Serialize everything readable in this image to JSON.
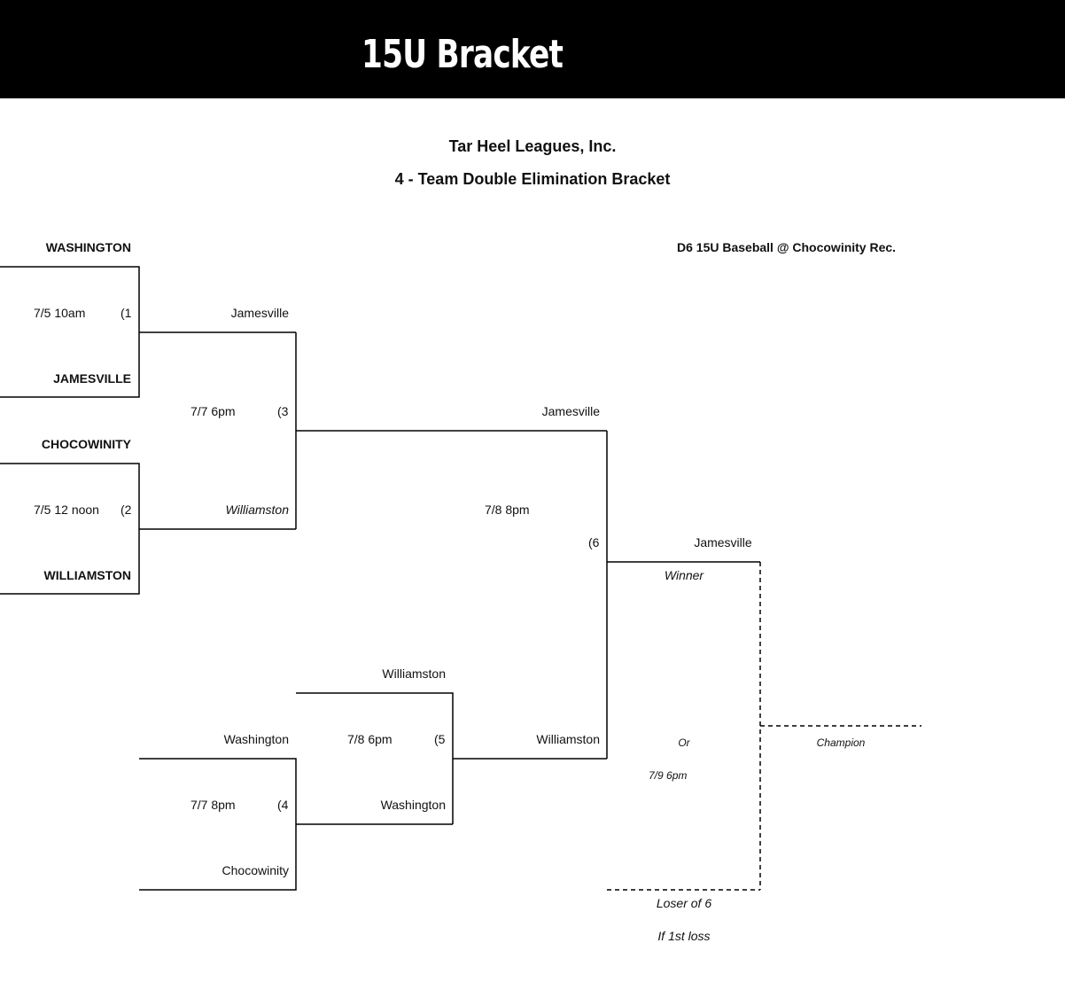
{
  "banner": {
    "title": "15U Bracket"
  },
  "header": {
    "org": "Tar Heel Leagues, Inc.",
    "subtitle": "4 - Team Double Elimination Bracket",
    "division": "D6  15U Baseball @ Chocowinity Rec."
  },
  "round1": {
    "game1": {
      "team_top": "WASHINGTON",
      "team_bottom": "JAMESVILLE",
      "time": "7/5  10am",
      "game_no": "(1"
    },
    "game2": {
      "team_top": "CHOCOWINITY",
      "team_bottom": "WILLIAMSTON",
      "time": "7/5  12 noon",
      "game_no": "(2"
    }
  },
  "winners": {
    "game3": {
      "team_top": "Jamesville",
      "team_bottom": "Williamston",
      "time": "7/7   6pm",
      "game_no": "(3"
    },
    "game6": {
      "team_top": "Jamesville",
      "team_bottom": "Williamston",
      "time": "7/8   8pm",
      "game_no": "(6"
    }
  },
  "losers": {
    "game4": {
      "team_top": "Washington",
      "team_bottom": "Chocowinity",
      "time": "7/7   8pm",
      "game_no": "(4"
    },
    "game5": {
      "team_top": "Williamston",
      "team_bottom": "Washington",
      "time": "7/8   6pm",
      "game_no": "(5"
    }
  },
  "final": {
    "winner_team": "Jamesville",
    "winner_label": "Winner",
    "or_label": "Or",
    "time": "7/9   6pm",
    "loser_label": "Loser of 6",
    "note": "If 1st loss",
    "champion_label": "Champion"
  }
}
